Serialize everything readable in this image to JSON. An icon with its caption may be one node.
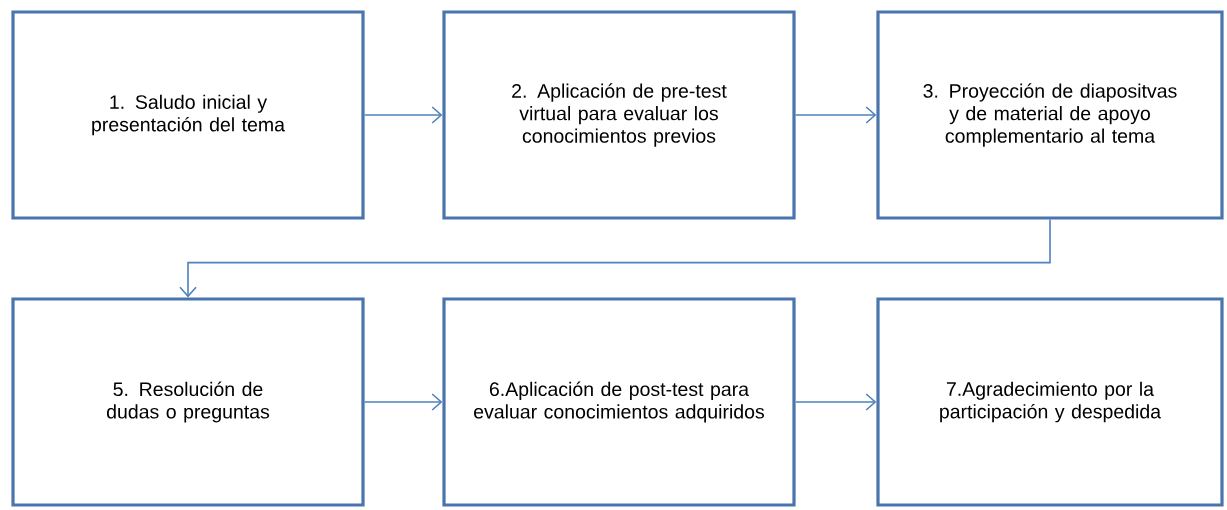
{
  "diagram": {
    "nodes": [
      {
        "text": [
          "1. Saludo inicial y presentación del tema"
        ]
      },
      {
        "text": [
          "2. Aplicación de pre-test virtual para evaluar los conocimientos previos"
        ]
      },
      {
        "text": [
          "3. Proyección de diapositvas y de material de apoyo complementario al tema"
        ]
      },
      {
        "text": [
          "5. Resolución de dudas o preguntas"
        ]
      },
      {
        "text": [
          "6.Aplicación de post-test para evaluar conocimientos adquiridos"
        ]
      },
      {
        "text": [
          "7.Agradecimiento por la participación y despedida"
        ]
      }
    ],
    "edges": [
      {
        "from": 0,
        "to": 1,
        "arrow": "to"
      },
      {
        "from": 1,
        "to": 2,
        "arrow": "to"
      },
      {
        "from": 2,
        "to": 3,
        "arrow": "to"
      },
      {
        "from": 3,
        "to": 4,
        "arrow": "to"
      },
      {
        "from": 4,
        "to": 5,
        "arrow": "to"
      }
    ]
  }
}
